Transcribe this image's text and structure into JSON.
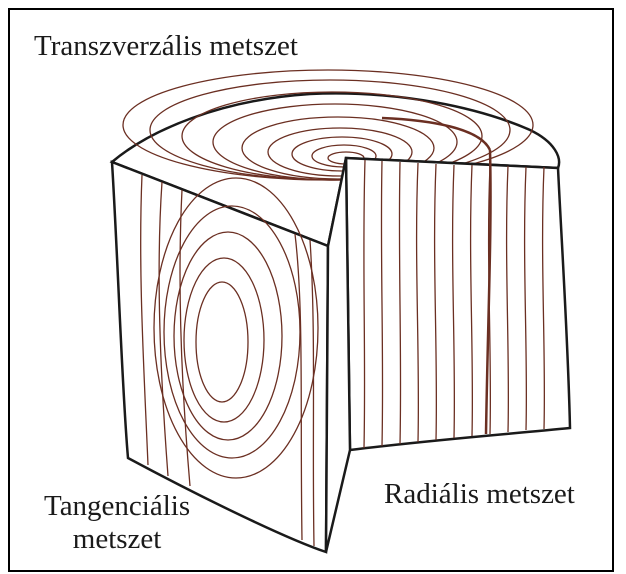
{
  "labels": {
    "transversal": "Transzverzális metszet",
    "radial": "Radiális metszet",
    "tangential_line1": "Tangenciális",
    "tangential_line2": "metszet"
  },
  "colors": {
    "grain": "#6b2f22",
    "outline": "#1a1a1a",
    "border": "#000000"
  }
}
